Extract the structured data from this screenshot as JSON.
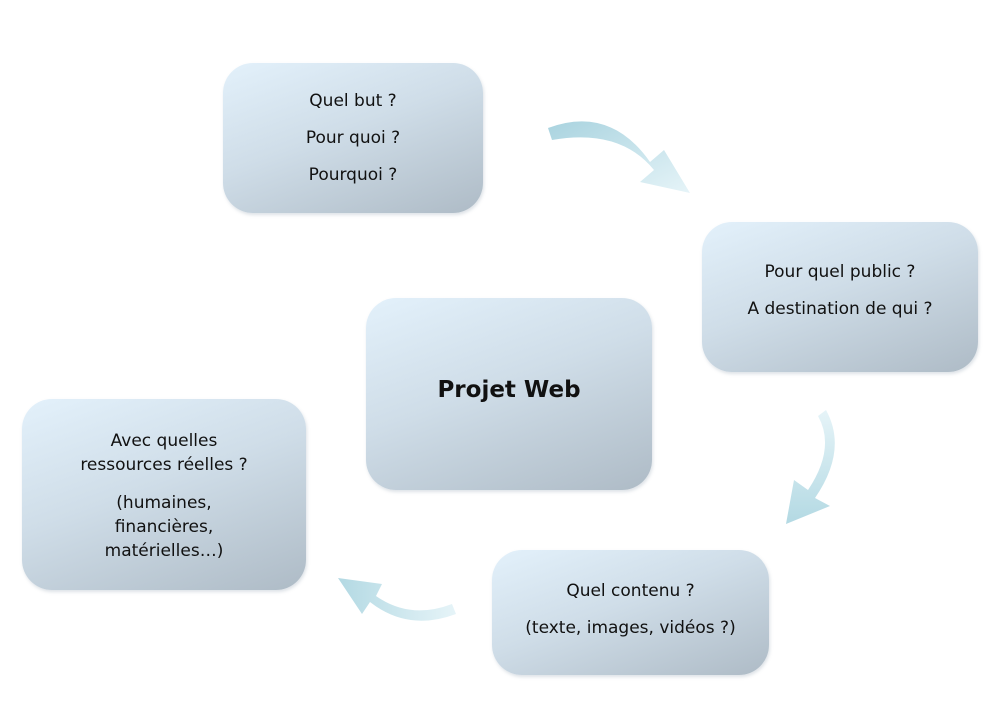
{
  "center": {
    "title": "Projet Web"
  },
  "boxes": {
    "but": {
      "line1": "Quel but ?",
      "line2": "Pour quoi ?",
      "line3": "Pourquoi ?"
    },
    "public": {
      "line1": "Pour quel public ?",
      "line2": "A destination de qui ?"
    },
    "contenu": {
      "line1": "Quel contenu ?",
      "line2": "(texte, images, vidéos ?)"
    },
    "resources": {
      "line1": "Avec quelles",
      "line2": "ressources réelles ?",
      "line3": "(humaines,",
      "line4": "financières,",
      "line5": "matérielles…)"
    }
  },
  "colors": {
    "box_light": "#e3f1fb",
    "box_dark": "#aebbc6",
    "arrow": "#cfe8ef"
  }
}
